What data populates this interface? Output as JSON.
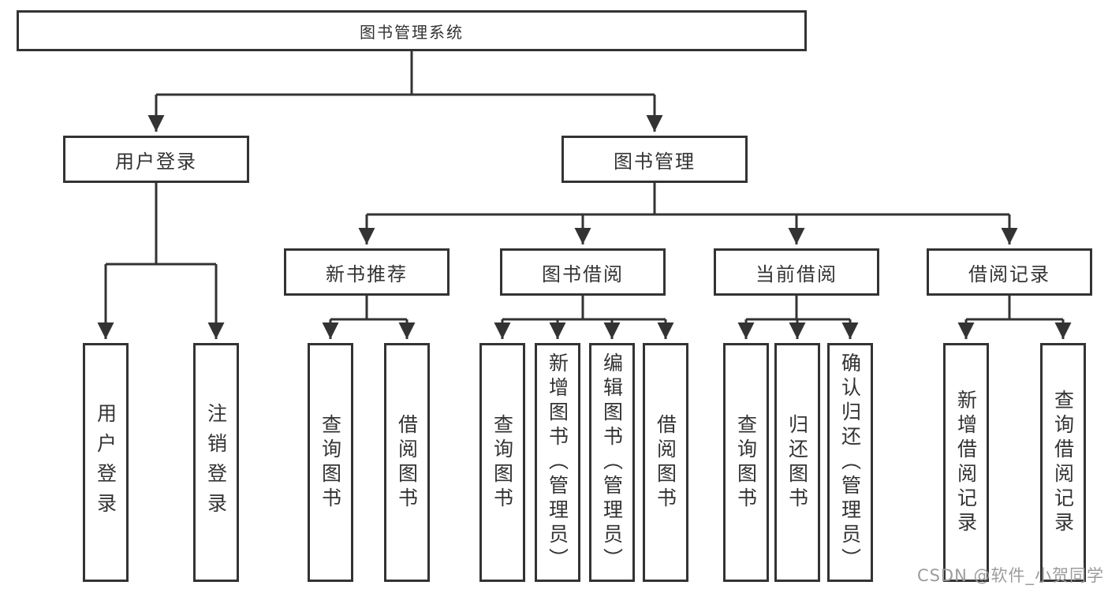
{
  "diagram": {
    "root": "图书管理系统",
    "branches": [
      {
        "label": "用户登录",
        "children": [
          "用户登录",
          "注销登录"
        ]
      },
      {
        "label": "图书管理",
        "sections": [
          {
            "label": "新书推荐",
            "children": [
              "查询图书",
              "借阅图书"
            ]
          },
          {
            "label": "图书借阅",
            "children": [
              "查询图书",
              "新增图书（管理员）",
              "编辑图书（管理员）",
              "借阅图书"
            ]
          },
          {
            "label": "当前借阅",
            "children": [
              "查询图书",
              "归还图书",
              "确认归还（管理员）"
            ]
          },
          {
            "label": "借阅记录",
            "children": [
              "新增借阅记录",
              "查询借阅记录"
            ]
          }
        ]
      }
    ]
  },
  "watermark": "CSDN @软件_小贺同学",
  "colors": {
    "line": "#333333",
    "text": "#333333",
    "watermark": "#9c9c9c",
    "background": "#ffffff"
  }
}
